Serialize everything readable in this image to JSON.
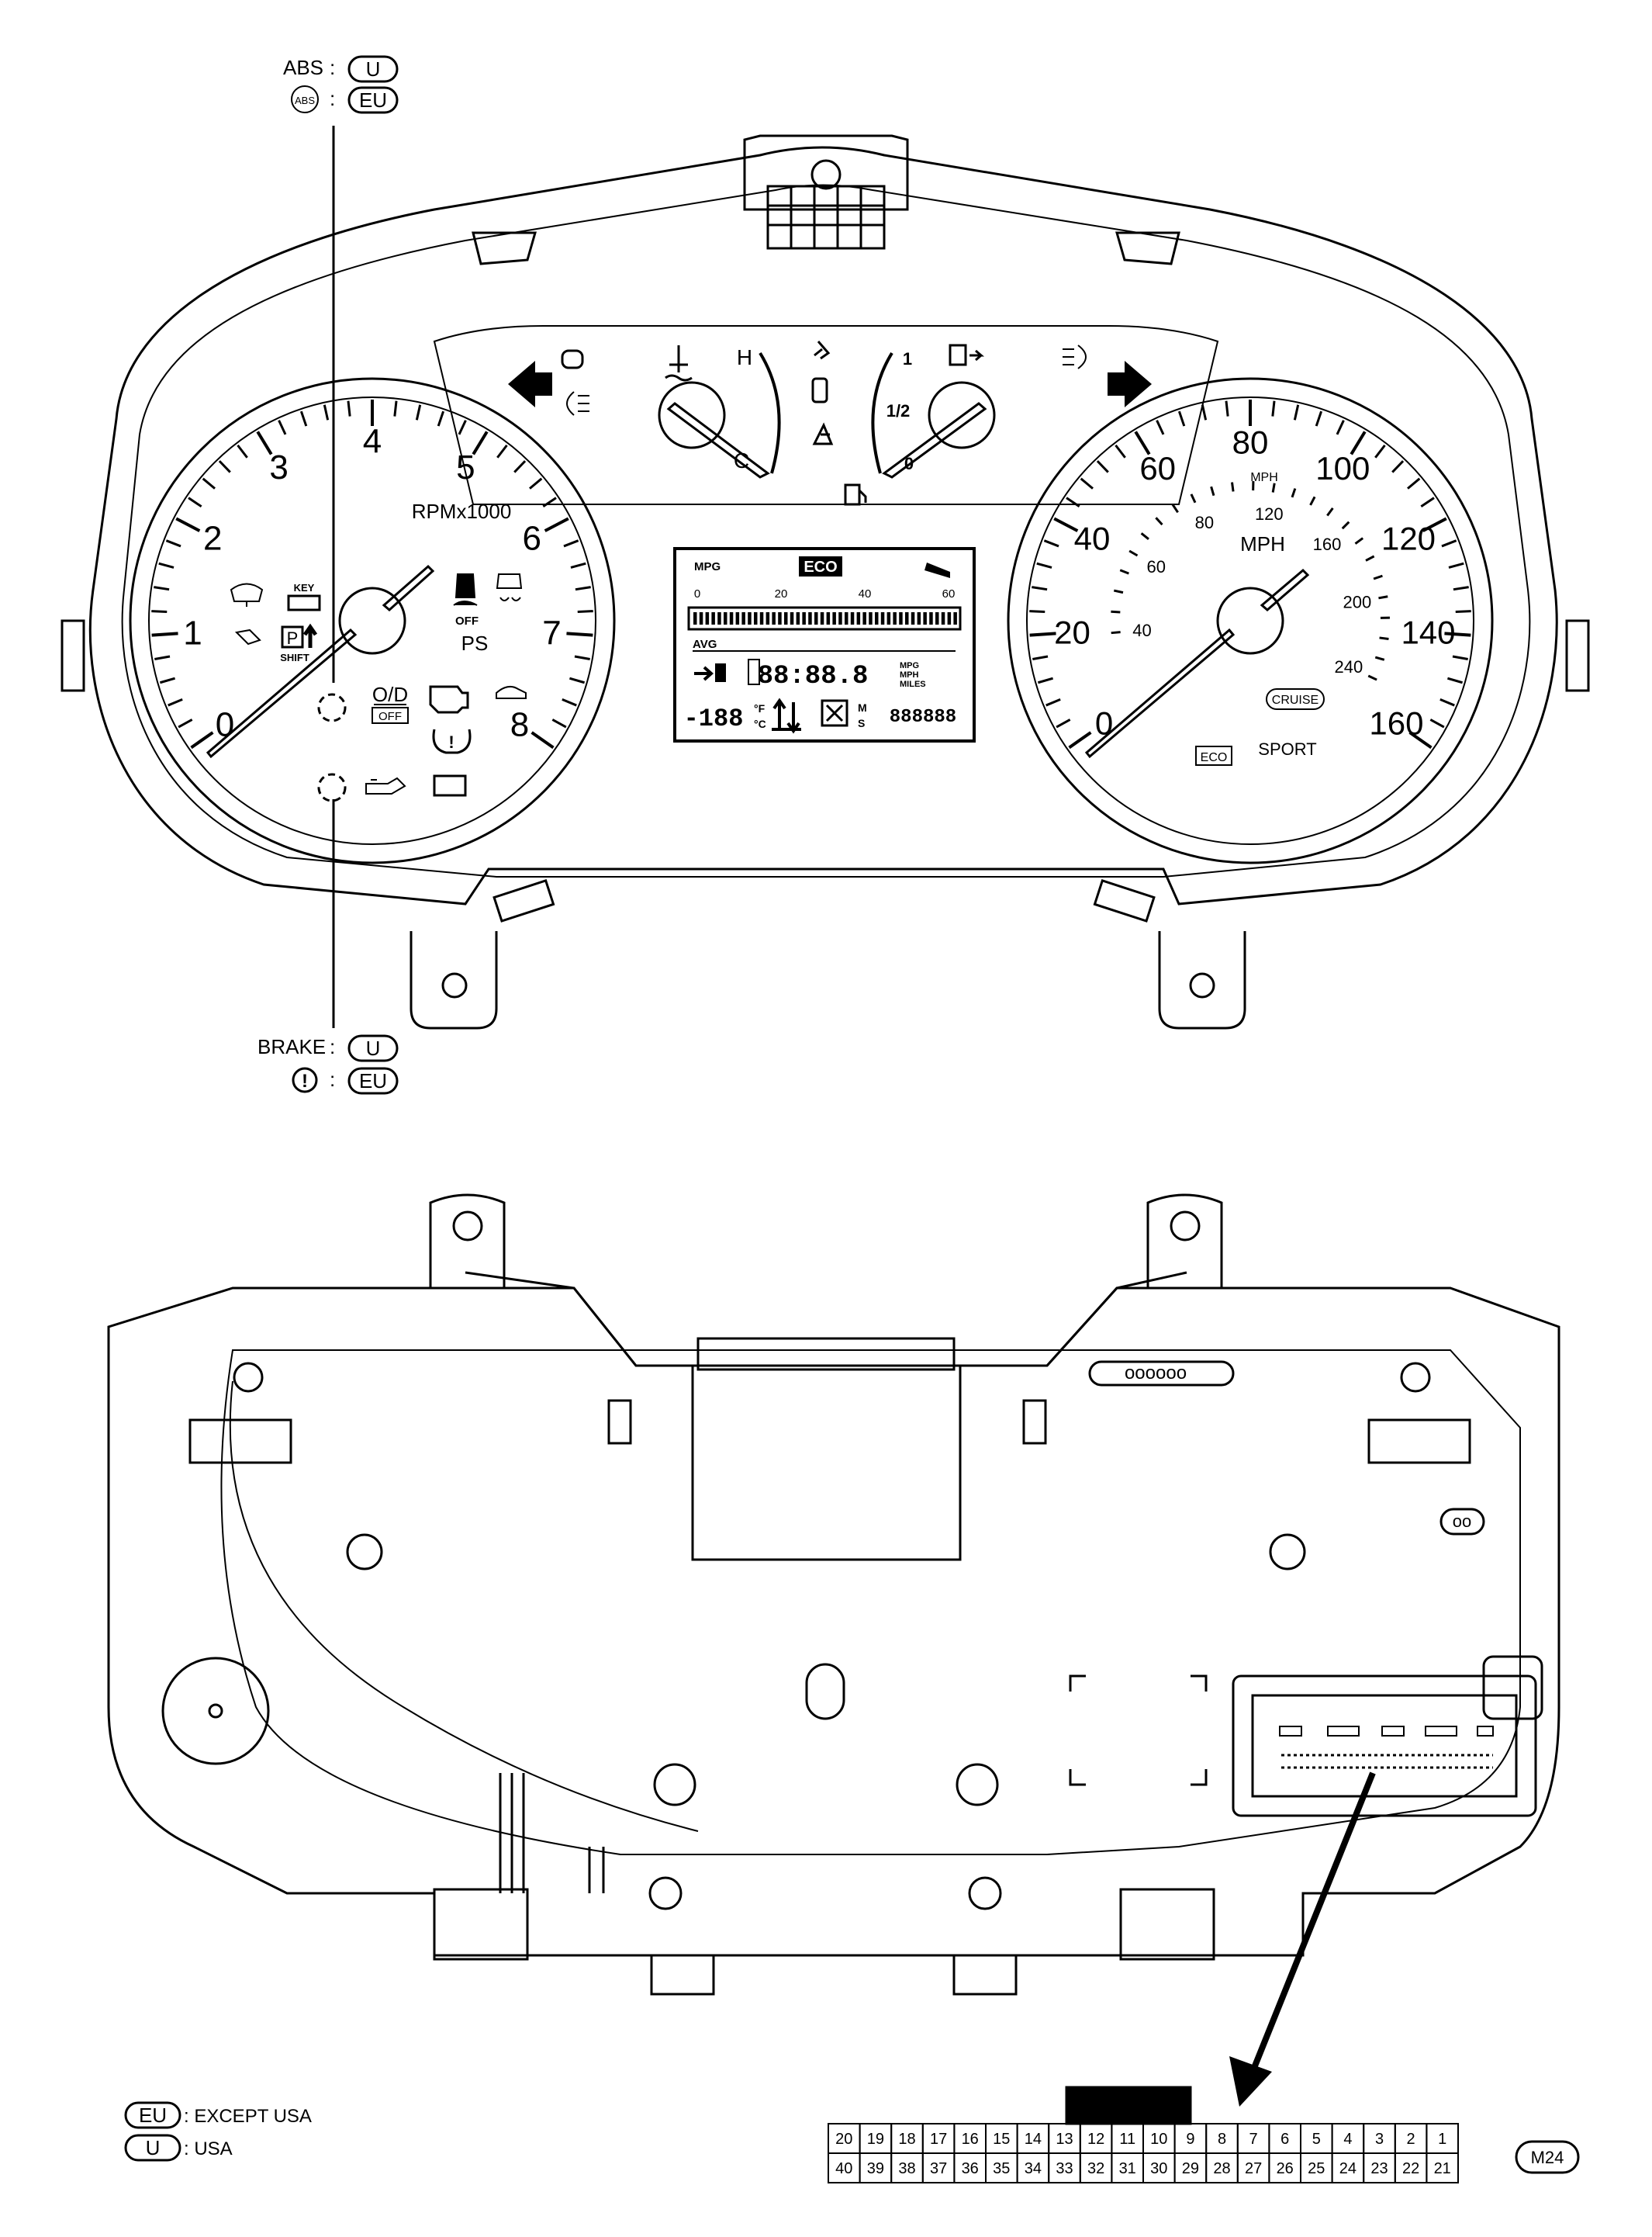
{
  "legend_top": {
    "abs_label": "ABS",
    "abs_symbol": "ABS",
    "brake_label": "BRAKE",
    "brake_symbol": "!",
    "code_u": "U",
    "code_eu": "EU"
  },
  "tachometer": {
    "numbers": [
      "0",
      "1",
      "2",
      "3",
      "4",
      "5",
      "6",
      "7",
      "8"
    ],
    "unit": "RPMx1000",
    "ps_label": "PS",
    "key_label": "KEY",
    "p_label": "P",
    "shift_label": "SHIFT",
    "od_label": "O/D",
    "off_label": "OFF",
    "vdc_off_label": "OFF"
  },
  "center_gauges": {
    "temp_high": "H",
    "temp_low": "C",
    "fuel_full": "1",
    "fuel_half": "1/2",
    "fuel_empty": "0"
  },
  "display": {
    "mpg": "MPG",
    "eco": "ECO",
    "scale": [
      "0",
      "20",
      "40",
      "60"
    ],
    "avg": "AVG",
    "digits_main": "88:88.8",
    "units": [
      "MPG",
      "MPH",
      "MILES"
    ],
    "temp": "-188",
    "temp_f": "°F",
    "temp_c": "°C",
    "m_label": "M",
    "s_label": "S",
    "odometer": "888888"
  },
  "speedometer": {
    "outer_numbers": [
      "0",
      "20",
      "40",
      "60",
      "80",
      "100",
      "120",
      "140",
      "160"
    ],
    "outer_unit": "MPH",
    "inner_numbers": [
      "40",
      "60",
      "80",
      "120",
      "160",
      "200",
      "240"
    ],
    "inner_unit": "MPH",
    "cruise_label": "CRUISE",
    "eco_label": "ECO",
    "sport_label": "SPORT"
  },
  "bottom_legend": {
    "eu_code": "EU",
    "eu_text": ": EXCEPT USA",
    "u_code": "U",
    "u_text": ": USA"
  },
  "connector": {
    "id": "M24",
    "row_top": [
      "20",
      "19",
      "18",
      "17",
      "16",
      "15",
      "14",
      "13",
      "12",
      "11",
      "10",
      "9",
      "8",
      "7",
      "6",
      "5",
      "4",
      "3",
      "2",
      "1"
    ],
    "row_bottom": [
      "40",
      "39",
      "38",
      "37",
      "36",
      "35",
      "34",
      "33",
      "32",
      "31",
      "30",
      "29",
      "28",
      "27",
      "26",
      "25",
      "24",
      "23",
      "22",
      "21"
    ]
  },
  "rear_dots": "oooooo",
  "rear_small": "oo"
}
